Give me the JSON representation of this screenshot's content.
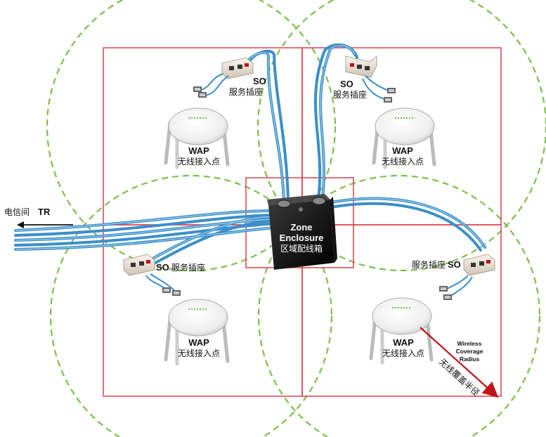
{
  "colors": {
    "coverage_circle": "#7cc04a",
    "zone_border": "#d9414a",
    "cable": "#3b8fc8",
    "cable_highlight": "#a9d7f2",
    "enclosure": "#1c1c1c",
    "radius_arrow": "#c0141c"
  },
  "tr": {
    "cn": "电信间",
    "en": "TR"
  },
  "enclosure": {
    "line1": "Zone",
    "line2": "Enclosure",
    "cn": "区域配线箱"
  },
  "zones": {
    "top_left": {
      "so_en": "SO",
      "so_cn": "服务插座",
      "wap_en": "WAP",
      "wap_cn": "无线接入点"
    },
    "top_right": {
      "so_en": "SO",
      "so_cn": "服务插座",
      "wap_en": "WAP",
      "wap_cn": "无线接入点"
    },
    "bottom_left": {
      "so_en": "SO",
      "so_cn": "服务插座",
      "wap_en": "WAP",
      "wap_cn": "无线接入点"
    },
    "bottom_right": {
      "so_en": "SO",
      "so_cn": "服务插座",
      "wap_en": "WAP",
      "wap_cn": "无线接入点"
    }
  },
  "radius": {
    "line1": "Wireless",
    "line2": "Coverage",
    "line3": "Radius",
    "cn": "无线覆盖半径"
  },
  "icons": [
    "service-outlet-icon",
    "wireless-access-point-icon",
    "patch-cord-icon",
    "zone-enclosure-icon",
    "arrow-left-icon",
    "radius-arrow-icon"
  ]
}
